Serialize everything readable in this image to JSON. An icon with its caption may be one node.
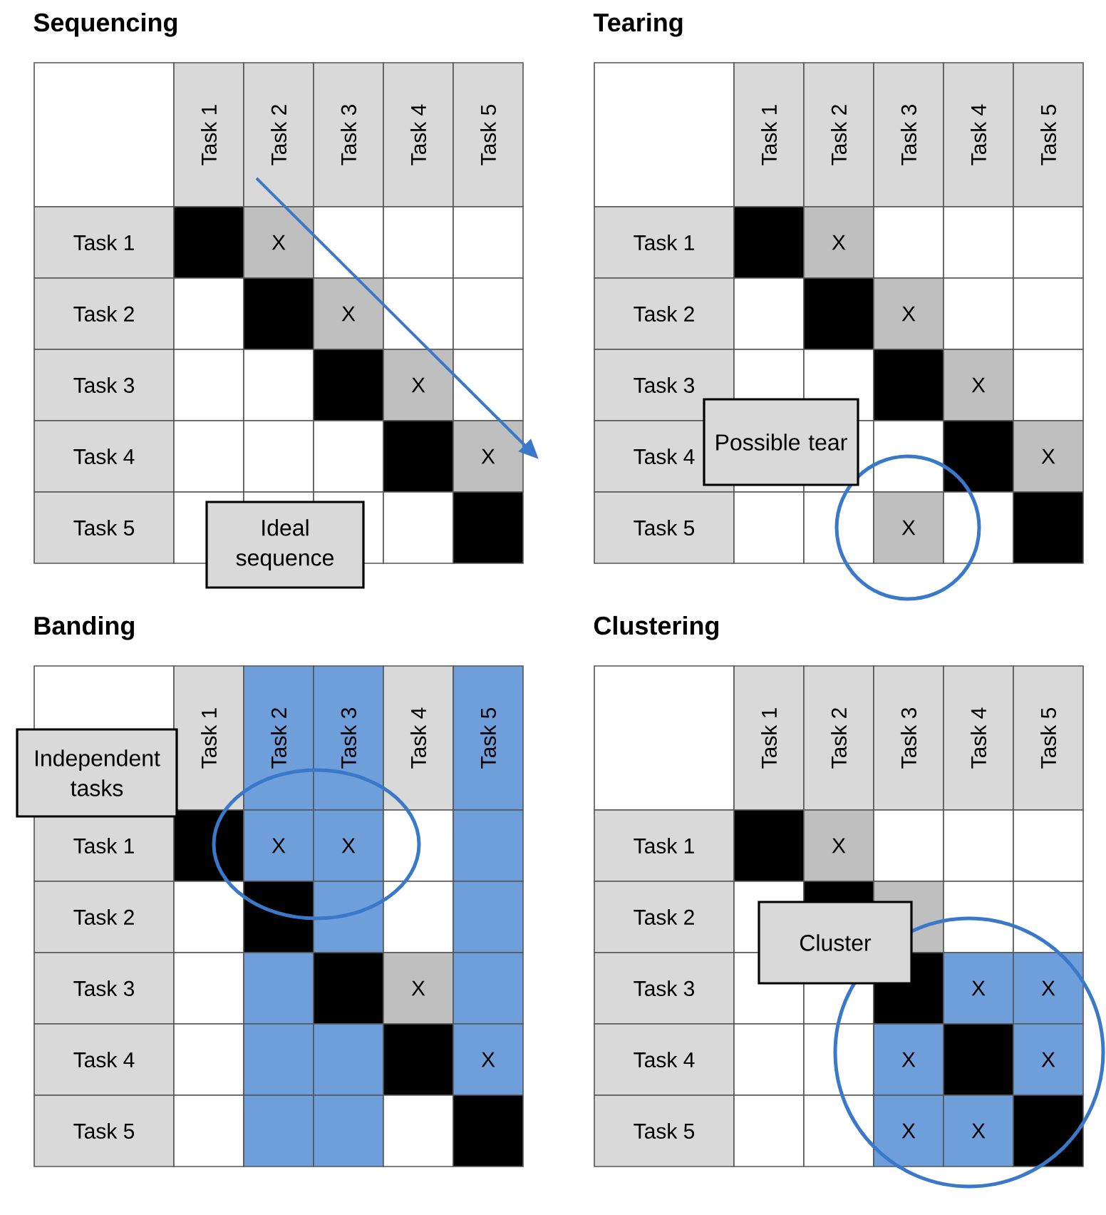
{
  "diagram": {
    "nodes": [
      {
        "text": [
          "Ideal sequence"
        ]
      },
      {
        "text": [
          "Possible tear"
        ]
      },
      {
        "text": [
          "Independent tasks"
        ]
      },
      {
        "text": [
          "Cluster"
        ]
      }
    ],
    "labels": [
      "Sequencing",
      "Task 1",
      "Task 2",
      "Task 3",
      "Task 4",
      "Task 5",
      "Task 1",
      "X",
      "Task 2",
      "X",
      "Task 3",
      "X",
      "Task 4",
      "X",
      "Task 5",
      "Tearing",
      "Task 1",
      "Task 2",
      "Task 3",
      "Task 4",
      "Task 5",
      "Task 1",
      "X",
      "Task 2",
      "X",
      "Task 3",
      "X",
      "Task 4",
      "X",
      "Task 5",
      "X",
      "Banding",
      "Task 1",
      "Task 2",
      "Task 3",
      "Task 4",
      "Task 5",
      "Task 1",
      "X",
      "X",
      "Task 2",
      "Task 3",
      "X",
      "Task 4",
      "X",
      "Task 5",
      "Clustering",
      "Task 1",
      "Task 2",
      "Task 3",
      "Task 4",
      "Task 5",
      "Task 1",
      "X",
      "Task 2",
      "Task 3",
      "X",
      "X",
      "Task 4",
      "X",
      "X",
      "Task 5",
      "X",
      "X"
    ]
  }
}
